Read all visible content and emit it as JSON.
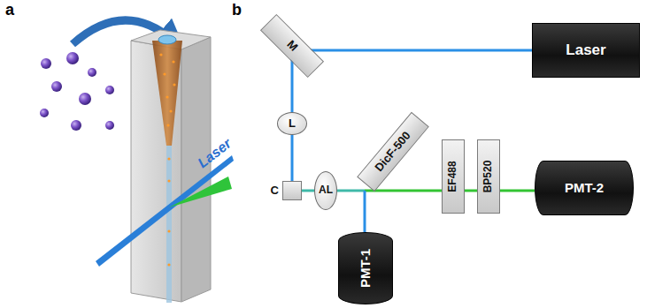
{
  "diagram": {
    "nodes": [
      {
        "text": [
          "Laser"
        ]
      },
      {
        "text": [
          "M"
        ]
      },
      {
        "text": [
          "L"
        ]
      },
      {
        "text": [
          "C"
        ]
      },
      {
        "text": [
          "AL"
        ]
      },
      {
        "text": [
          "DicF-500"
        ]
      },
      {
        "text": [
          "EF488"
        ]
      },
      {
        "text": [
          "BP520"
        ]
      },
      {
        "text": [
          "PMT-2"
        ]
      },
      {
        "text": [
          "PMT-1"
        ]
      }
    ],
    "edges": [
      {
        "from": 0,
        "to": 1,
        "arrow": "none"
      },
      {
        "from": 1,
        "to": 2,
        "arrow": "none"
      },
      {
        "from": 2,
        "to": 3,
        "arrow": "none"
      },
      {
        "from": 3,
        "to": 4,
        "arrow": "none"
      },
      {
        "from": 4,
        "to": 5,
        "arrow": "none"
      },
      {
        "from": 5,
        "to": 6,
        "arrow": "none"
      },
      {
        "from": 6,
        "to": 7,
        "arrow": "none"
      },
      {
        "from": 7,
        "to": 8,
        "arrow": "none"
      },
      {
        "from": 5,
        "to": 9,
        "arrow": "none"
      }
    ],
    "labels": [
      "a",
      "b",
      "Laser"
    ]
  }
}
